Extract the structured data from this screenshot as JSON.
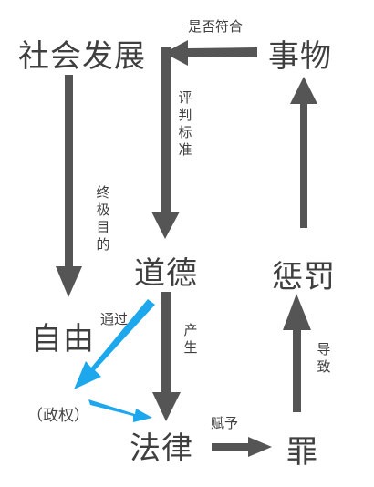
{
  "nodes": {
    "social_development": "社会发展",
    "things": "事物",
    "morality": "道德",
    "punishment": "惩罚",
    "freedom": "自由",
    "power": "（政权）",
    "law": "法律",
    "crime": "罪"
  },
  "edge_labels": {
    "matches": "是否符合",
    "criterion": "评判标准",
    "ultimate_goal": "终极目的",
    "through": "通过",
    "produces": "产生",
    "leads_to": "导致",
    "grants": "赋予"
  },
  "colors": {
    "arrow_dark": "#555555",
    "arrow_blue": "#1da7ec",
    "text": "#3f3f3f"
  }
}
